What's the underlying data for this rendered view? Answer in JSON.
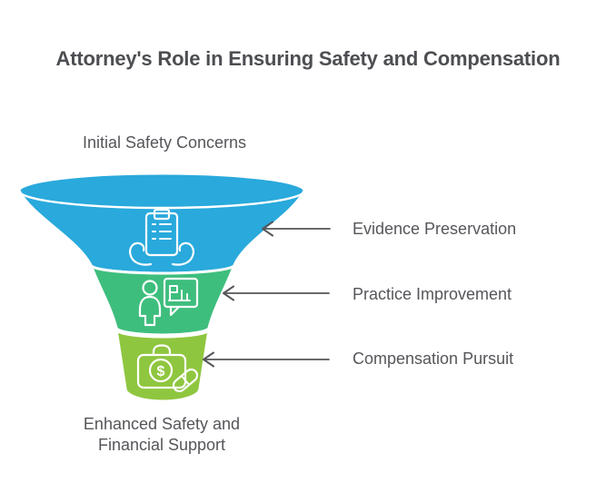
{
  "title": "Attorney's Role in Ensuring Safety and Compensation",
  "funnel": {
    "input_label": "Initial Safety Concerns",
    "output_label": [
      "Enhanced Safety and",
      "Financial Support"
    ],
    "stages": [
      {
        "label": "Evidence Preservation",
        "color": "#29A9DC",
        "icon": "hands-holding-clipboard-icon"
      },
      {
        "label": "Practice Improvement",
        "color": "#3EBE7D",
        "icon": "person-presenting-chart-icon"
      },
      {
        "label": "Compensation Pursuit",
        "color": "#8FC63F",
        "icon": "briefcase-dollar-pill-icon"
      }
    ]
  },
  "icon_glyphs": {
    "dollar": "$"
  },
  "colors": {
    "background": "#FFFFFF",
    "title_text": "#4D4E52",
    "label_text": "#55565A",
    "arrow": "#55565A",
    "funnel_outline": "#FFFFFF"
  }
}
